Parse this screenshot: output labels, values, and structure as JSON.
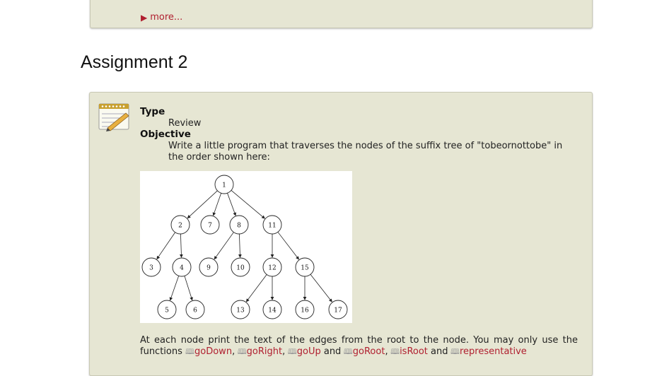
{
  "prev_section": {
    "more_label": "more..."
  },
  "assignment": {
    "title": "Assignment 2",
    "type_label": "Type",
    "type_value": "Review",
    "objective_label": "Objective",
    "objective_text": "Write a little program that traverses the nodes of the suffix tree of \"tobeornottobe\" in the order shown here:",
    "body_pre": "At each node print the text of the edges from the root to the node. You may only use the functions",
    "functions": [
      "goDown",
      "goRight",
      "goUp",
      "goRoot",
      "isRoot",
      "representative"
    ],
    "sep_comma": ",",
    "sep_and": "and"
  },
  "tree": {
    "nodes": [
      "1",
      "2",
      "7",
      "8",
      "11",
      "3",
      "4",
      "9",
      "10",
      "12",
      "15",
      "5",
      "6",
      "13",
      "14",
      "16",
      "17"
    ]
  },
  "icons": {
    "notepad": "notepad-pencil-icon",
    "book": "book-icon",
    "arrow": "triangle-right-icon"
  }
}
